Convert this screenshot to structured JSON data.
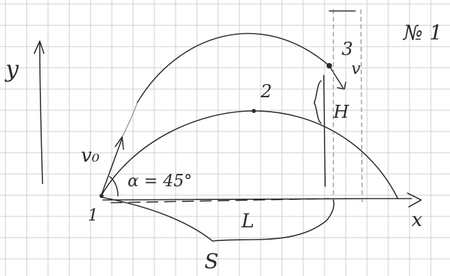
{
  "sheet": {
    "grid_color": "#c9ccd4",
    "ink_color": "#2b2b2b",
    "paper_color": "#ffffff"
  },
  "labels": {
    "problem_number": "№ 1",
    "y_axis": "y",
    "x_axis": "x",
    "initial_velocity": "v₀",
    "angle": "α = 45°",
    "point_1": "1",
    "point_2": "2",
    "point_3": "3",
    "velocity_at_3": "v",
    "height": "H",
    "distance": "L",
    "path": "S"
  }
}
